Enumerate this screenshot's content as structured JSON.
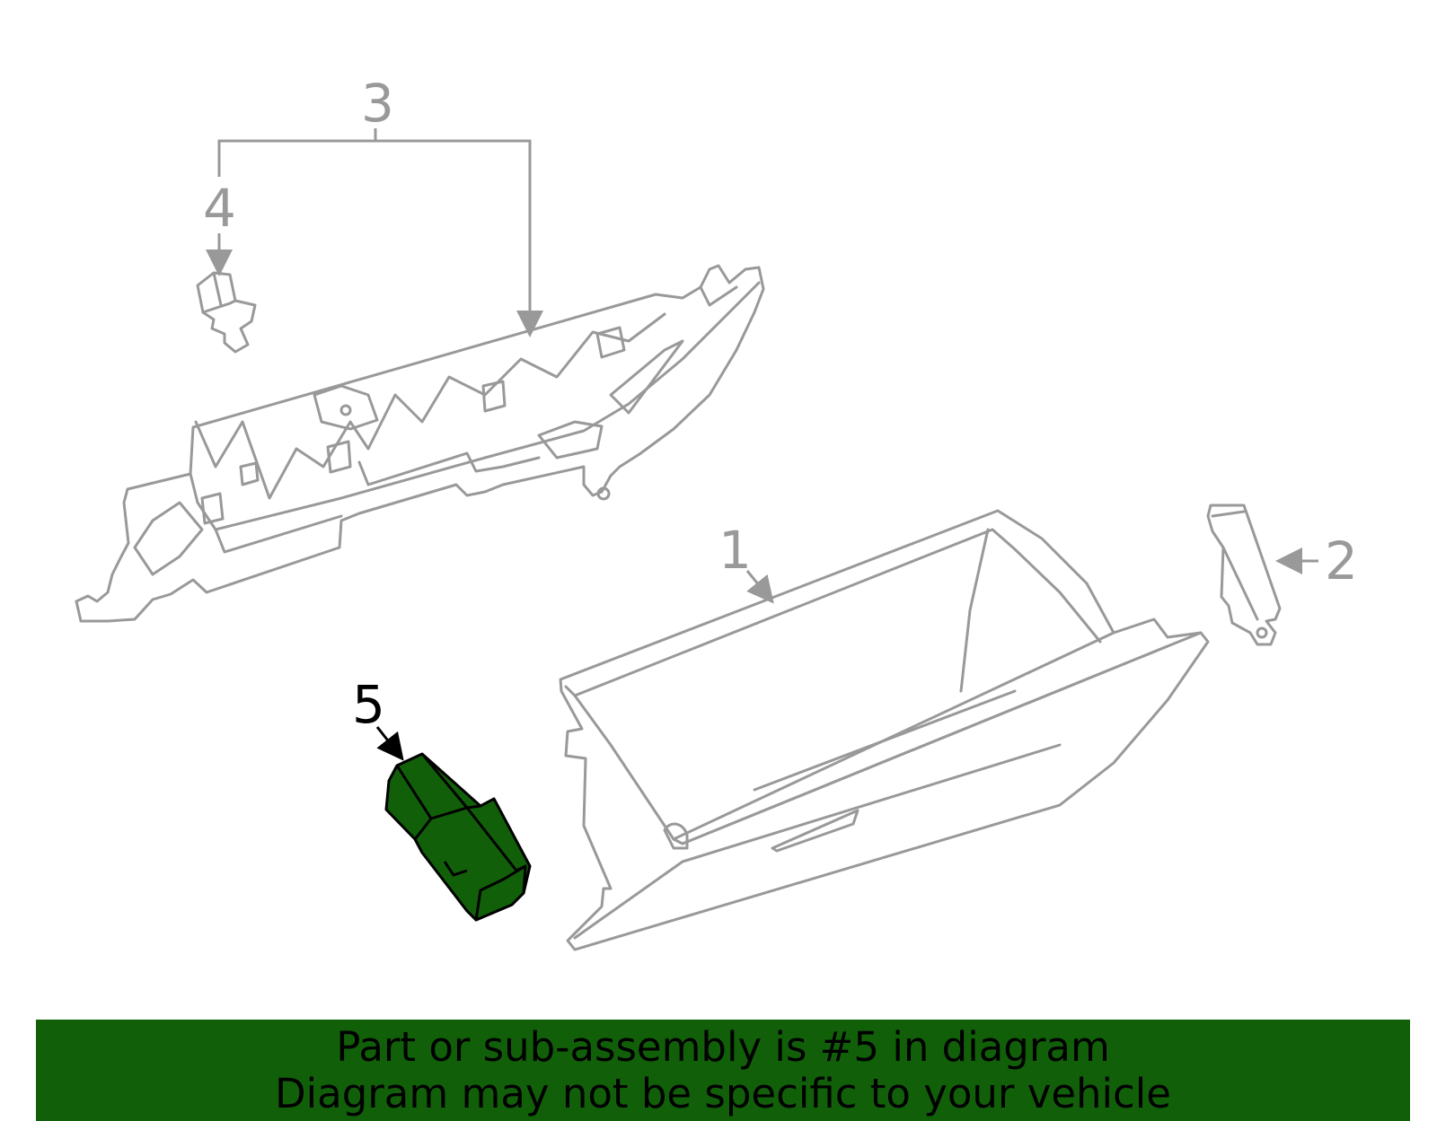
{
  "callouts": {
    "c1": "1",
    "c2": "2",
    "c3": "3",
    "c4": "4",
    "c5": "5"
  },
  "banner": {
    "line1": "Part or sub-assembly is #5 in diagram",
    "line2": "Diagram may not be specific to your vehicle"
  },
  "colors": {
    "highlight": "#116009",
    "line_art": "#999999",
    "banner": "#116009"
  }
}
